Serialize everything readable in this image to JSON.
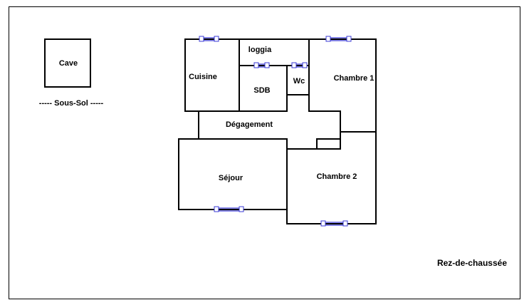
{
  "plan": {
    "basement_room": "Cave",
    "basement_caption": "----- Sous-Sol -----",
    "floor_caption": "Rez-de-chaussée",
    "rooms": {
      "cuisine": "Cuisine",
      "loggia": "loggia",
      "sdb": "SDB",
      "wc": "Wc",
      "chambre1": "Chambre 1",
      "degagement": "Dégagement",
      "sejour": "Séjour",
      "chambre2": "Chambre 2"
    }
  }
}
